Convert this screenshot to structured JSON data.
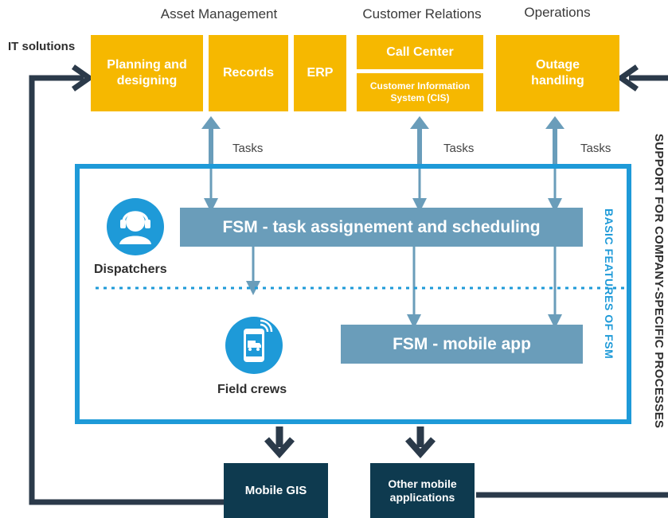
{
  "categories": {
    "asset_management": "Asset Management",
    "customer_relations": "Customer Relations",
    "operations": "Operations"
  },
  "it_solutions": "IT solutions",
  "systems": {
    "planning": "Planning and designing",
    "records": "Records",
    "erp": "ERP",
    "call_center": "Call Center",
    "cis": "Customer Information System (CIS)",
    "outage": "Outage handling"
  },
  "tasks_label": "Tasks",
  "fsm": {
    "scheduling": "FSM - task assignement and scheduling",
    "mobile_app": "FSM - mobile app",
    "basic_features": "BASIC FEATURES OF FSM"
  },
  "roles": {
    "dispatchers": "Dispatchers",
    "field_crews": "Field crews"
  },
  "outputs": {
    "mobile_gis": "Mobile GIS",
    "other_mobile": "Other mobile applications"
  },
  "side_label": "SUPPORT FOR COMPANY-SPECIFIC PROCESSES",
  "colors": {
    "yellow": "#F6B800",
    "fsm_box": "#6A9DBA",
    "frame": "#1E9AD8",
    "navy": "#0E3A4F",
    "arrow_dark": "#2B3A4A"
  },
  "icons": {
    "dispatchers": "headset-person-icon",
    "field_crews": "mobile-delivery-icon"
  }
}
